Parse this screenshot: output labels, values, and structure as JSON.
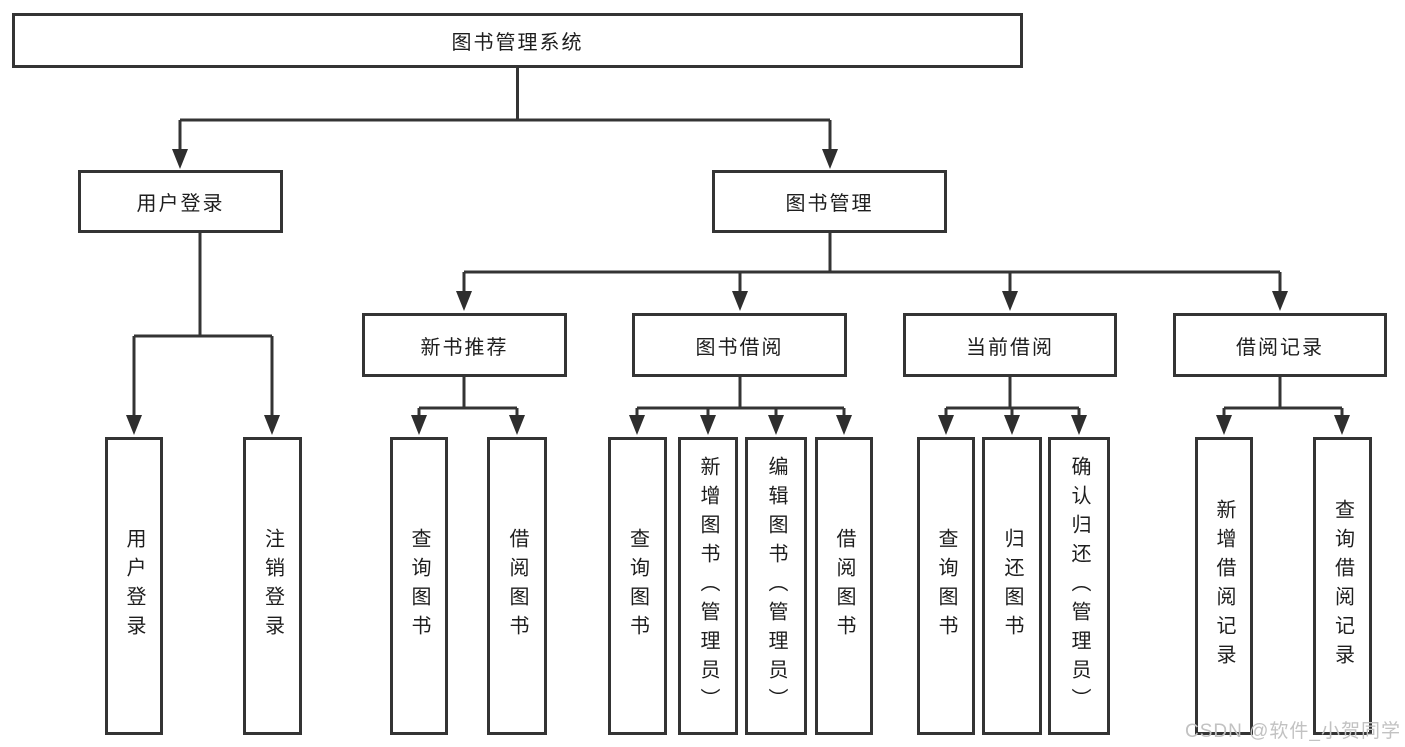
{
  "tree": {
    "label": "图书管理系统",
    "children": [
      {
        "label": "用户登录",
        "children": [
          {
            "label": "用户登录"
          },
          {
            "label": "注销登录"
          }
        ]
      },
      {
        "label": "图书管理",
        "children": [
          {
            "label": "新书推荐",
            "children": [
              {
                "label": "查询图书"
              },
              {
                "label": "借阅图书"
              }
            ]
          },
          {
            "label": "图书借阅",
            "children": [
              {
                "label": "查询图书"
              },
              {
                "label": "新增图书（管理员）"
              },
              {
                "label": "编辑图书（管理员）"
              },
              {
                "label": "借阅图书"
              }
            ]
          },
          {
            "label": "当前借阅",
            "children": [
              {
                "label": "查询图书"
              },
              {
                "label": "归还图书"
              },
              {
                "label": "确认归还（管理员）"
              }
            ]
          },
          {
            "label": "借阅记录",
            "children": [
              {
                "label": "新增借阅记录"
              },
              {
                "label": "查询借阅记录"
              }
            ]
          }
        ]
      }
    ]
  },
  "watermark": "CSDN @软件_小贺同学",
  "colors": {
    "line": "#343434",
    "box_border": "#343434",
    "text": "#1e1e1e",
    "watermark_text": "#c2c2c2",
    "background": "#ffffff"
  }
}
